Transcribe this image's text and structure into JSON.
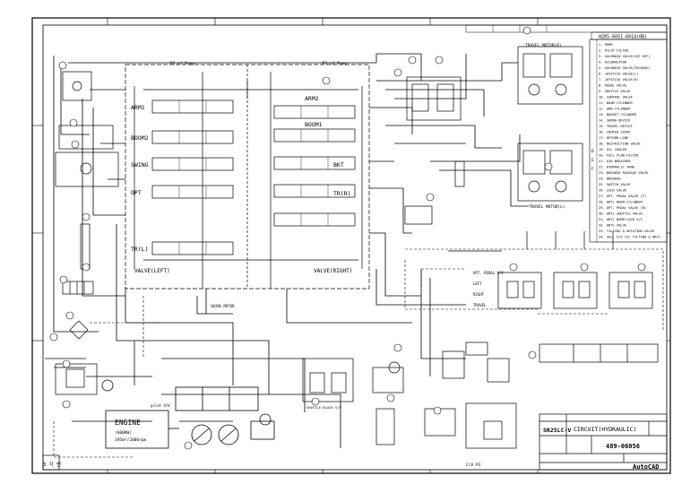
{
  "drawing": {
    "sheet_number": "3 각 번",
    "product_code": "SR25LC-V",
    "drawing_title": "CIRCUIT(HYDRAULIC)",
    "drawing_number": "489-06056",
    "software": "AutoCAD",
    "top_ref_code": "H2R5-6051-6014(0B)"
  },
  "valve_sections_left": [
    "ARM1",
    "BOOM2",
    "SWING",
    "OPT",
    "TR(L)"
  ],
  "valve_sections_right": [
    "ARM2",
    "BOOM1",
    "BKT",
    "TR(R)"
  ],
  "valve_group_labels": {
    "left": "VALVE(LEFT)",
    "right": "VALVE(RIGHT)"
  },
  "pump_labels": {
    "p2": "P2 of Pump",
    "p1": "P1 of Pump"
  },
  "motor_labels": {
    "travel_r": "TRAVEL MOTOR(R)",
    "travel_l": "TRAVEL MOTOR(L)"
  },
  "engine": {
    "title": "ENGINE",
    "subtitle1": "(600KW)",
    "subtitle2": "1950r/2000rpm"
  },
  "pilot_valve_labels": {
    "p1": "OPT. PEDAL V/V",
    "p2": "LEFT",
    "p3": "RIGHT",
    "p4": "TRAVEL"
  },
  "misc_labels": {
    "shuttle": "SHUTTLE BLOCK V/V",
    "cv": "C/V P3",
    "swing": "SWING MOTOR",
    "pilot": "pilot V/V"
  },
  "parts_list": [
    "1. PUMP",
    "2. PILOT FILTER",
    "3. SOLENOID VALVE(CUT OFF)",
    "4. ACCUMULATOR",
    "5. SOLENOID VALVE(PACKAGE)",
    "6. JOYSTICK VALVE(L)",
    "7. JOYSTICK VALVE(R)",
    "8. PEDAL VALVE",
    "9. SHUTTLE VALVE",
    "10. CONTROL VALVE",
    "11. BOOM CYLINDER",
    "12. ARM CYLINDER",
    "13. BUCKET CYLINDER",
    "14. SWING DEVICE",
    "15. TRAVEL DEVICE",
    "16. CENTER JOINT",
    "17. RETURN LINE",
    "18. RESTRICTION VALVE",
    "19. OIL COOLER",
    "20. FULL FLOW FILTER",
    "21. AIR BREATHER",
    "22. HYDRAULIC TANK",
    "23. BREAKER PACKAGE VALVE",
    "24. BREAKER",
    "25. SWITCH VALVE",
    "26. LOCK VALVE",
    "27. OPT. PEDAL VALVE (F)",
    "28. ARTL BOOM CYLINDER",
    "29. OPT. PEDAL VALVE (B)",
    "30. ARTL SHUTTLE VALVE",
    "31. ARTL BOOM LOCK V/V",
    "32. ARTL VALVE",
    "33. TILTING & ROTATING VALVE",
    "34. SOL. V/V for TILTING & ARTL"
  ],
  "part_side_markers": [
    "D",
    "E",
    "F"
  ]
}
